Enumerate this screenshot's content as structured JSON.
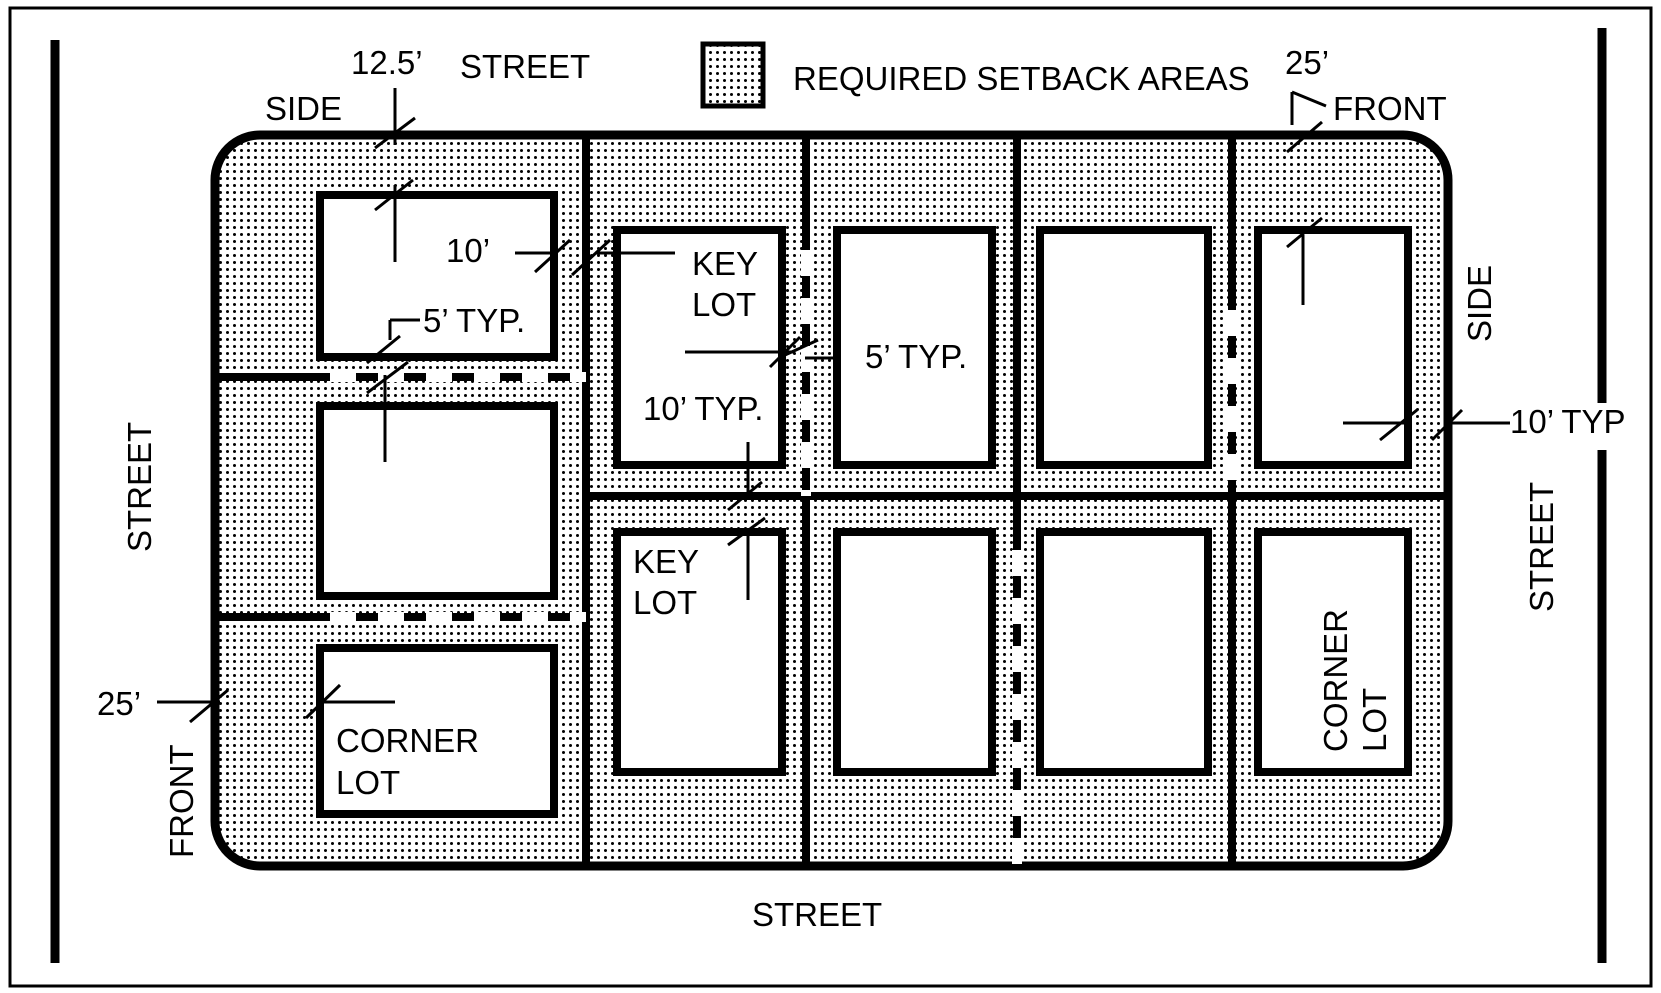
{
  "colors": {
    "ink": "#000000",
    "paper": "#ffffff",
    "stipple": "#c9c9c9"
  },
  "legend": {
    "label": "REQUIRED SETBACK AREAS",
    "swatch": "stippled-pattern"
  },
  "streets": {
    "top": "STREET",
    "left": "STREET",
    "right": "STREET",
    "bottom": "STREET"
  },
  "labels": {
    "top_side": "SIDE",
    "top_side_dim": "12.5’",
    "top_front_dim": "25’",
    "top_front": "FRONT",
    "right_side": "SIDE",
    "right_dim": "10’ TYP",
    "left_front_dim": "25’",
    "left_front": "FRONT",
    "corner_ul_rear": "10’",
    "corner_ul_side": "5’ TYP.",
    "key_side": "5’ TYP.",
    "key_rear": "10’ TYP."
  },
  "lots": {
    "key_lot_top_1": "KEY",
    "key_lot_top_2": "LOT",
    "key_lot_bottom_1": "KEY",
    "key_lot_bottom_2": "LOT",
    "corner_lot_left_1": "CORNER",
    "corner_lot_left_2": "LOT",
    "corner_lot_right_1": "CORNER",
    "corner_lot_right_2": "LOT"
  }
}
